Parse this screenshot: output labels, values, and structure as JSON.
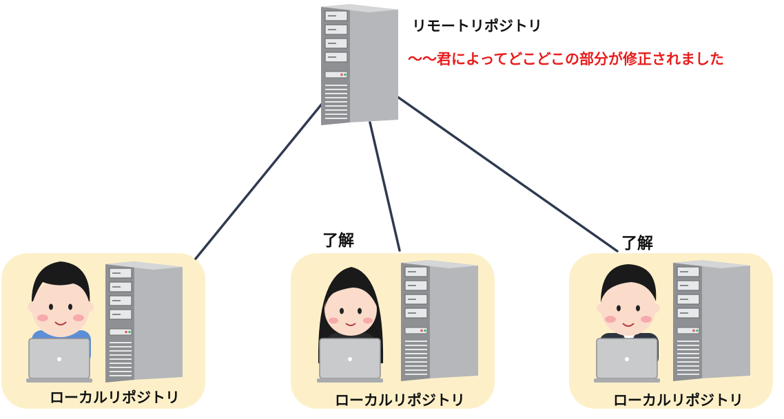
{
  "remote": {
    "title": "リモートリポジトリ",
    "message": "〜〜君によってどこどこの部分が修正されました"
  },
  "clients": [
    {
      "label": "ローカルリポジトリ",
      "reply": ""
    },
    {
      "label": "ローカルリポジトリ",
      "reply": "了解"
    },
    {
      "label": "ローカルリポジトリ",
      "reply": "了解"
    }
  ],
  "colors": {
    "box_fill": "#fdf0c9",
    "message_text": "#e81c1c",
    "connector": "#2f3a4f",
    "server_body": "#9ea0a3"
  },
  "icons": [
    "server-icon",
    "person-icon",
    "laptop-icon"
  ]
}
